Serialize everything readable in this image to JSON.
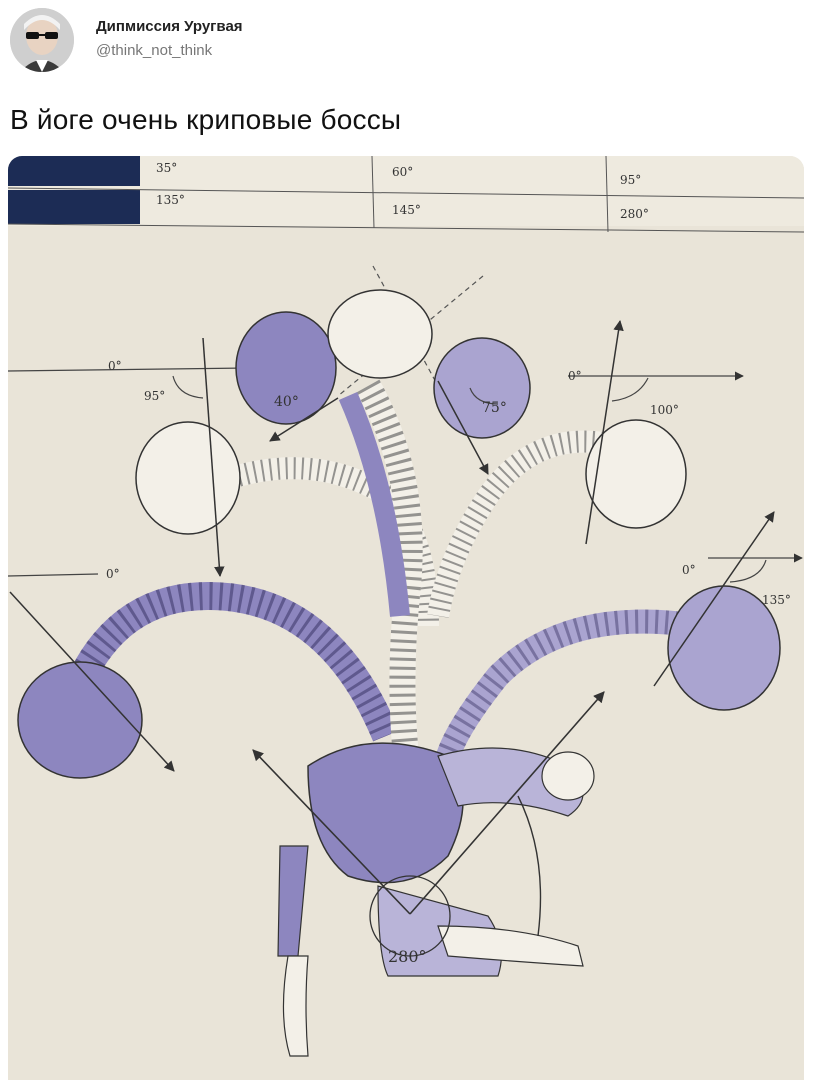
{
  "tweet": {
    "author_name": "Дипмиссия Уругвая",
    "author_handle": "@think_not_think",
    "text": "В йоге очень криповые боссы"
  },
  "table": {
    "row1": [
      "35°",
      "60°",
      "95°"
    ],
    "row2": [
      "135°",
      "145°",
      "280°"
    ]
  },
  "angles": {
    "a0_left_top": "0°",
    "a95": "95°",
    "a40": "40°",
    "a75": "75°",
    "a0_right_top": "0°",
    "a100": "100°",
    "a0_left_mid": "0°",
    "a0_right_mid": "0°",
    "a135": "135°",
    "a280": "280°"
  },
  "colors": {
    "paper": "#e9e4d8",
    "purple": "#8d86bf",
    "navy": "#1c2c55",
    "line": "#444444"
  },
  "icons": {
    "avatar": "avatar-icon"
  }
}
